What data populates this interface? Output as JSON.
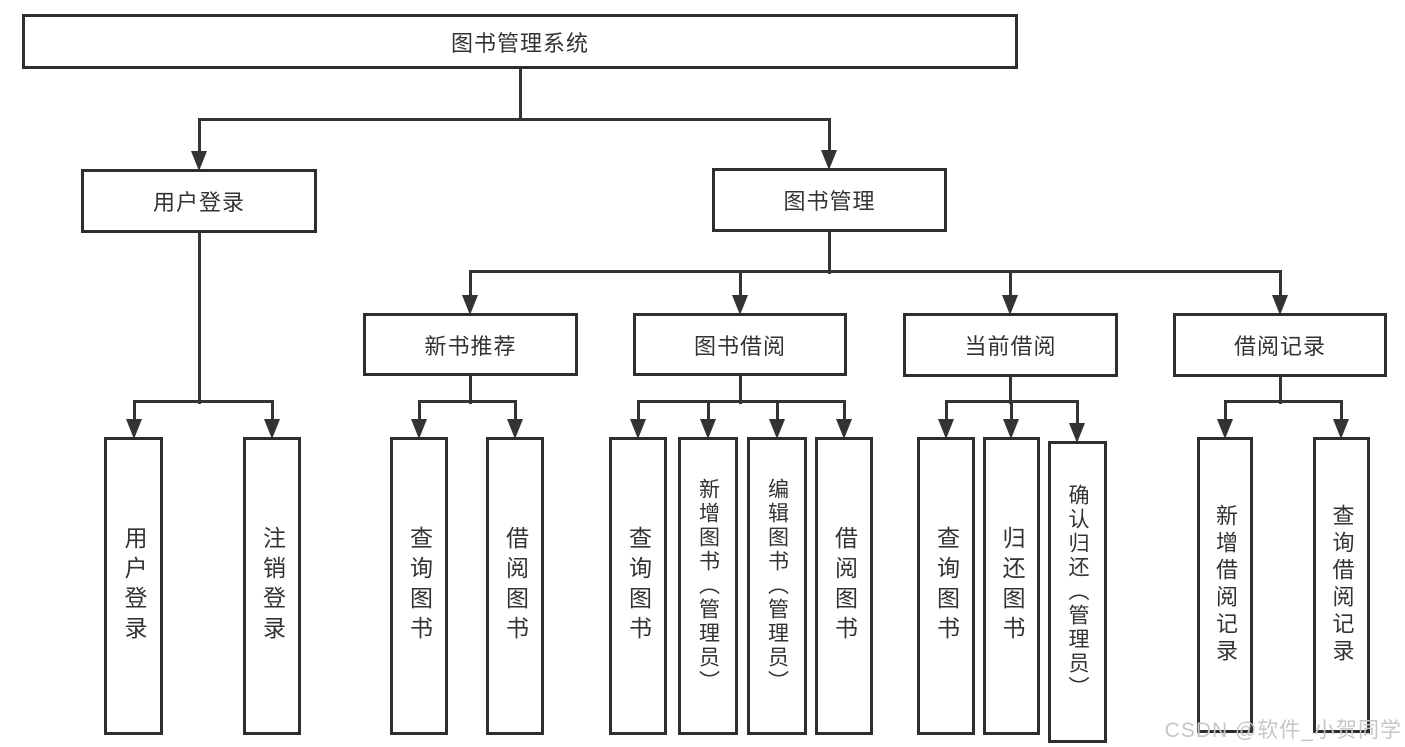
{
  "root": {
    "label": "图书管理系统"
  },
  "level2": [
    {
      "label": "用户登录"
    },
    {
      "label": "图书管理"
    }
  ],
  "level3": [
    {
      "label": "新书推荐"
    },
    {
      "label": "图书借阅"
    },
    {
      "label": "当前借阅"
    },
    {
      "label": "借阅记录"
    }
  ],
  "leaves": [
    {
      "label": "用户登录"
    },
    {
      "label": "注销登录"
    },
    {
      "label": "查询图书"
    },
    {
      "label": "借阅图书"
    },
    {
      "label": "查询图书"
    },
    {
      "label": "新增图书（管理员）"
    },
    {
      "label": "编辑图书（管理员）"
    },
    {
      "label": "借阅图书"
    },
    {
      "label": "查询图书"
    },
    {
      "label": "归还图书"
    },
    {
      "label": "确认归还（管理员）"
    },
    {
      "label": "新增借阅记录"
    },
    {
      "label": "查询借阅记录"
    }
  ],
  "watermark": "CSDN @软件_小贺同学",
  "colors": {
    "line": "#333333",
    "border": "#2e2e2e",
    "text": "#333333",
    "watermark": "#c6c6c6",
    "background": "#ffffff"
  }
}
